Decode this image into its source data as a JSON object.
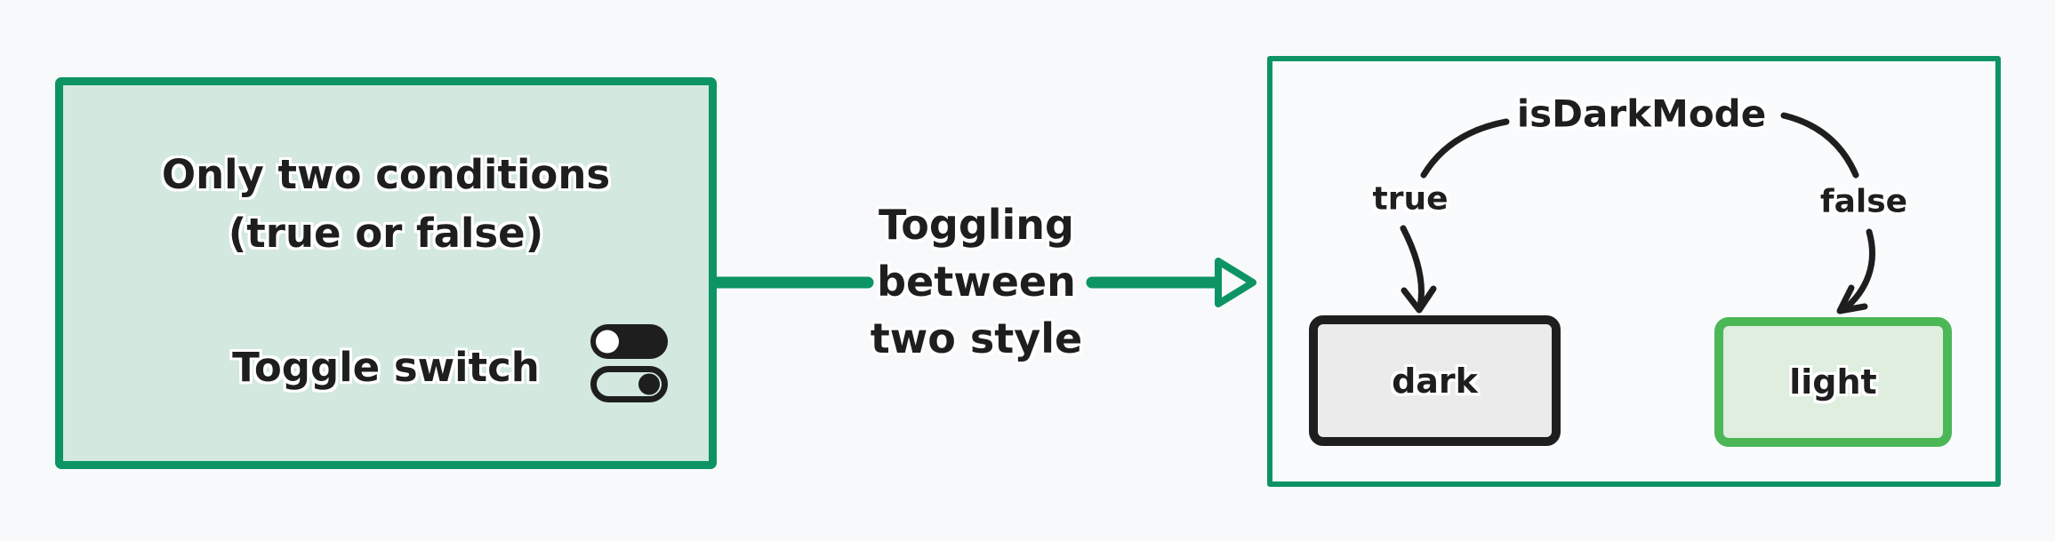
{
  "colors": {
    "background": "#f8f9fa",
    "ink": "#1e1e1e",
    "green_dark": "#0d9464",
    "green_light": "#4bb757",
    "left_panel_fill": "#d3e8de",
    "dark_box_fill": "#ebebeb",
    "light_box_fill": "#dfeede"
  },
  "left_panel": {
    "line1": "Only two conditions",
    "line2": "(true or false)",
    "toggle_label": "Toggle switch",
    "toggle_icon": "toggle-switches-icon"
  },
  "connector": {
    "label_lines": [
      "Toggling",
      "between",
      "two style"
    ]
  },
  "right_panel": {
    "title": "isDarkMode",
    "branches": [
      {
        "condition": "true",
        "result": "dark"
      },
      {
        "condition": "false",
        "result": "light"
      }
    ]
  }
}
